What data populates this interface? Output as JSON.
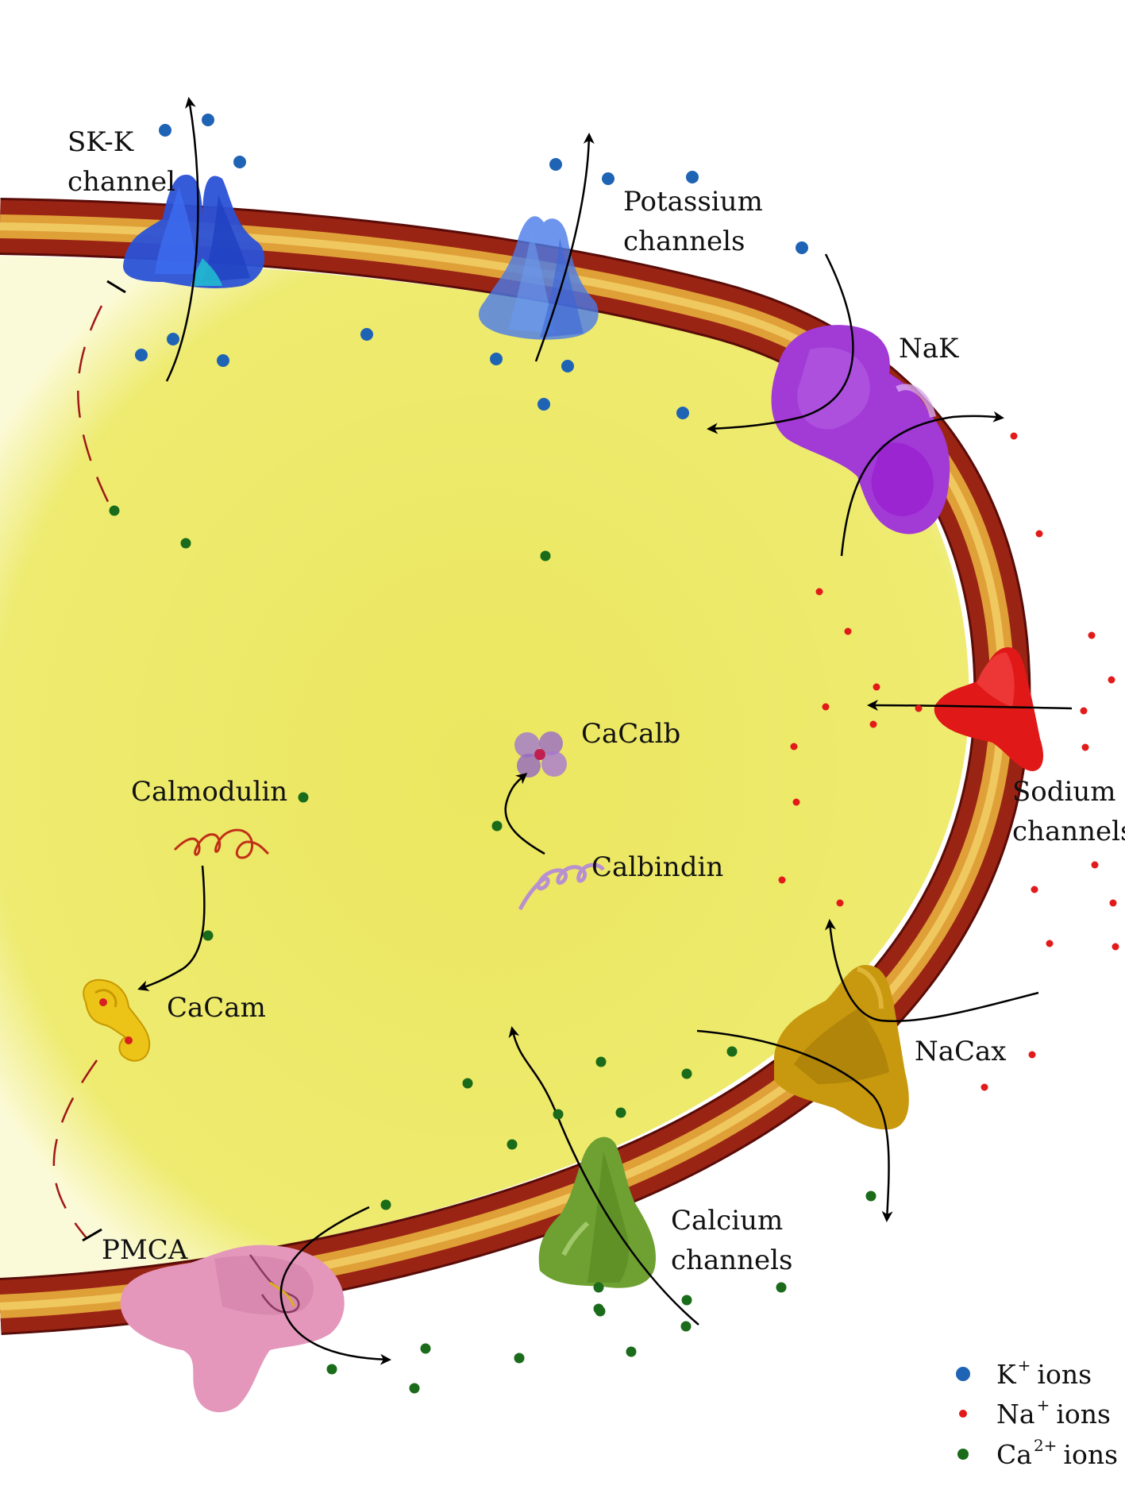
{
  "labels": {
    "sk_k": [
      "SK-K",
      "channel"
    ],
    "potassium": [
      "Potassium",
      "channels"
    ],
    "nak": "NaK",
    "sodium": [
      "Sodium",
      "channels"
    ],
    "nacax": "NaCax",
    "calcium": [
      "Calcium",
      "channels"
    ],
    "pmca": "PMCA",
    "calmodulin": "Calmodulin",
    "cacam": "CaCam",
    "cacalb": "CaCalb",
    "calbindin": "Calbindin"
  },
  "legend": [
    {
      "symbol": "K",
      "charge": "+",
      "text": "ions",
      "color": "#1f63b5"
    },
    {
      "symbol": "Na",
      "charge": "+",
      "text": "ions",
      "color": "#e21a1a"
    },
    {
      "symbol": "Ca",
      "charge": "2+",
      "text": "ions",
      "color": "#1a6b1a"
    }
  ],
  "colors": {
    "potassium": "#1f63b5",
    "sodium": "#e21a1a",
    "calcium": "#1a6b1a",
    "cytoplasm": "#eeea6a",
    "membrane_outer": "#8a1a12",
    "membrane_inner": "#e8b040",
    "sk_channel": "#2a5fe0",
    "k_channel": "#4a7fe8",
    "nak_pump": "#a030d8",
    "na_channel": "#e02020",
    "nacax": "#c89a10",
    "ca_channel": "#6aa030",
    "pmca": "#e098b8",
    "calmodulin": "#c03018",
    "cacam": "#e8c018",
    "cacalb": "#a070c8",
    "calbindin": "#b890d0",
    "inhibition": "#a01818"
  },
  "icons": {
    "sk_channel": "sk-k-channel-icon",
    "k_channel": "potassium-channel-icon",
    "nak": "nak-pump-icon",
    "na_channel": "sodium-channel-icon",
    "nacax": "nacax-exchanger-icon",
    "ca_channel": "calcium-channel-icon",
    "pmca": "pmca-pump-icon",
    "calmodulin": "calmodulin-icon",
    "cacam": "cacam-icon",
    "cacalb": "cacalb-icon",
    "calbindin": "calbindin-icon"
  }
}
